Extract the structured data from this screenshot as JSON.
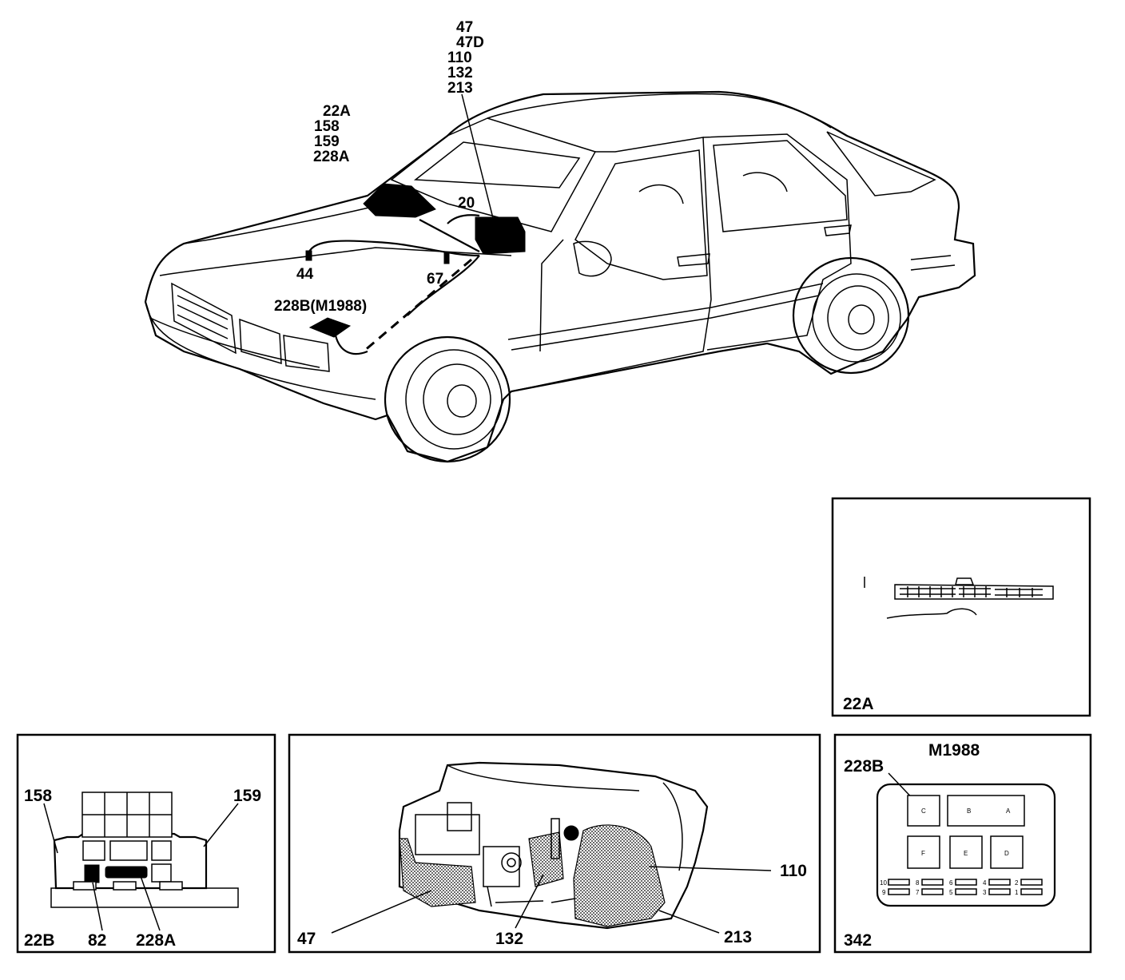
{
  "main_view": {
    "callout_top_stack": [
      "47",
      "47D",
      "110",
      "132",
      "213"
    ],
    "callout_left_stack": [
      "22A",
      "158",
      "159",
      "228A"
    ],
    "callout_20": "20",
    "callout_44": "44",
    "callout_67": "67",
    "callout_228b": "228B(M1988)"
  },
  "panel_22a": {
    "label": "22A"
  },
  "panel_22b": {
    "label_158": "158",
    "label_159": "159",
    "label_22b": "22B",
    "label_82": "82",
    "label_228a": "228A"
  },
  "panel_cluster": {
    "label_110": "110",
    "label_47": "47",
    "label_132": "132",
    "label_213": "213"
  },
  "panel_342": {
    "title": "M1988",
    "label_228b": "228B",
    "label_342": "342",
    "cavities": [
      "C",
      "B",
      "A",
      "F",
      "E",
      "D"
    ],
    "pins": [
      "10",
      "8",
      "6",
      "4",
      "2",
      "9",
      "7",
      "5",
      "3",
      "1"
    ]
  }
}
